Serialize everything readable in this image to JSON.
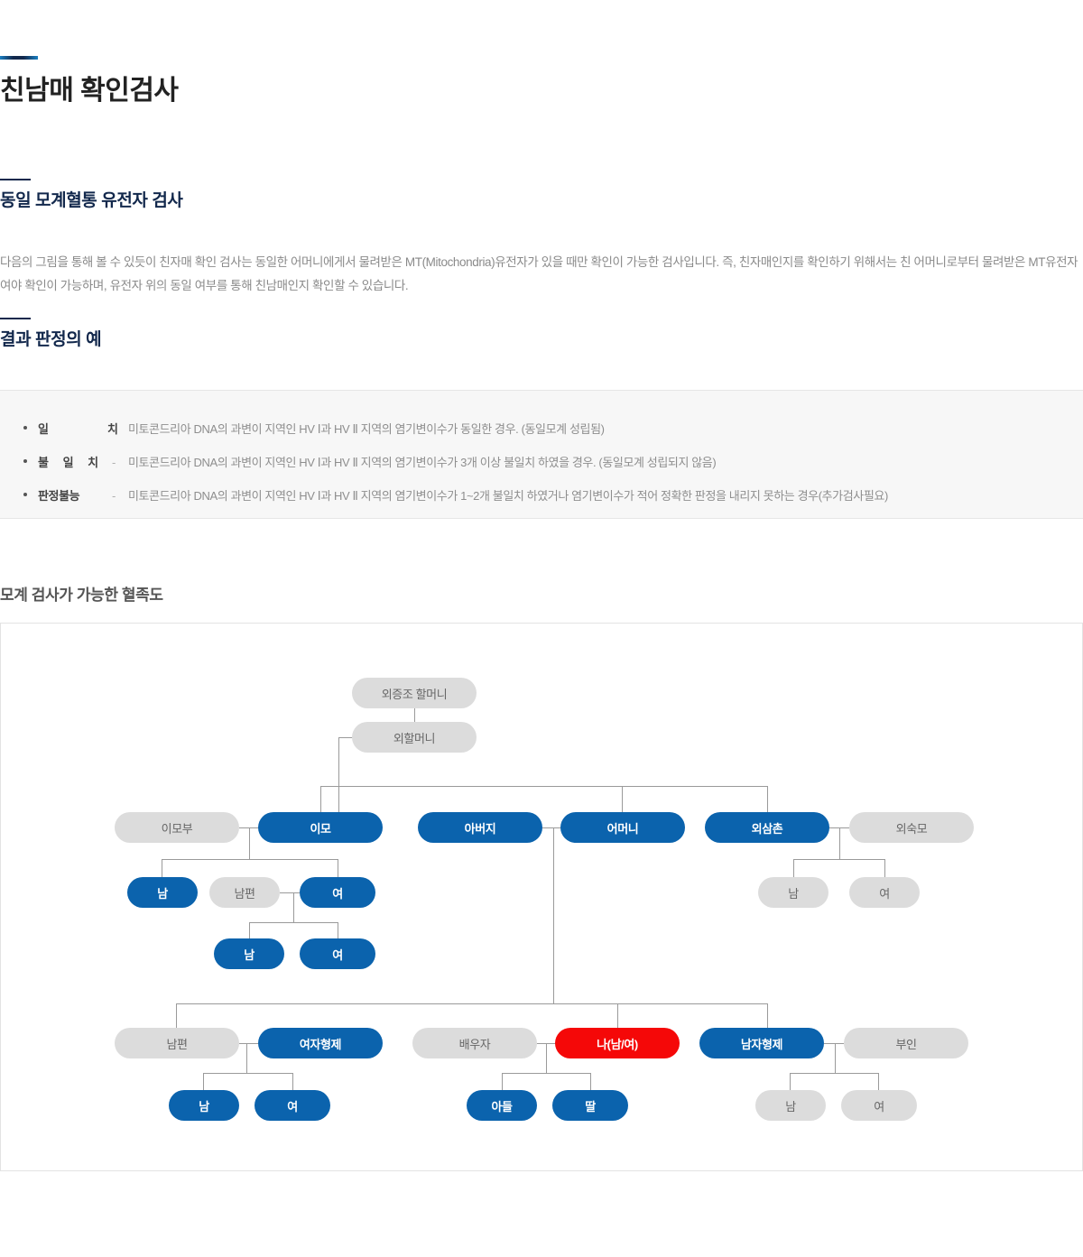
{
  "page": {
    "title": "친남매 확인검사"
  },
  "sections": [
    {
      "id": "gene",
      "title": "동일 모계혈통 유전자 검사",
      "paragraph": "다음의 그림을 통해 볼 수 있듯이 친자매 확인 검사는 동일한 어머니에게서 물려받은 MT(Mitochondria)유전자가 있을 때만 확인이 가능한 검사입니다. 즉, 친자매인지를 확인하기 위해서는 친 어머니로부터 물려받은 MT유전자여야 확인이 가능하며, 유전자 위의 동일 여부를 통해 친남매인지 확인할 수 있습니다."
    },
    {
      "id": "result",
      "title": "결과 판정의 예"
    }
  ],
  "result_list": [
    {
      "term": "일　　치",
      "dash": "-",
      "desc": "미토콘드리아 DNA의 과변이 지역인 HV Ⅰ과 HV Ⅱ 지역의 염기변이수가 동일한 경우. (동일모계 성립됨)"
    },
    {
      "term": "불 일 치",
      "dash": "-",
      "desc": "미토콘드리아 DNA의 과변이 지역인 HV Ⅰ과 HV Ⅱ 지역의 염기변이수가 3개 이상 불일치 하였을 경우. (동일모계 성립되지 않음)"
    },
    {
      "term": "판정불능",
      "dash": "-",
      "desc": "미토콘드리아 DNA의 과변이 지역인 HV Ⅰ과 HV Ⅱ 지역의 염기변이수가 1~2개 불일치 하였거나 염기변이수가 적어 정확한 판정을 내리지 못하는 경우(추가검사필요)"
    }
  ],
  "tree": {
    "title": "모계 검사가 가능한 혈족도",
    "colors": {
      "blue": "#0b63ad",
      "grey": "#dcdcdc",
      "red": "#f50808",
      "line": "#9a9a9a"
    },
    "nodes": [
      {
        "id": "great-grandmother",
        "label": "외증조 할머니",
        "style": "grey"
      },
      {
        "id": "grandmother",
        "label": "외할머니",
        "style": "grey"
      },
      {
        "id": "aunt-husband",
        "label": "이모부",
        "style": "grey"
      },
      {
        "id": "aunt",
        "label": "이모",
        "style": "blue"
      },
      {
        "id": "father",
        "label": "아버지",
        "style": "blue"
      },
      {
        "id": "mother",
        "label": "어머니",
        "style": "blue"
      },
      {
        "id": "maternal-uncle",
        "label": "외삼촌",
        "style": "blue"
      },
      {
        "id": "uncle-wife",
        "label": "외숙모",
        "style": "grey"
      },
      {
        "id": "aunt-son",
        "label": "남",
        "style": "blue"
      },
      {
        "id": "aunt-daughter-husband",
        "label": "남편",
        "style": "grey"
      },
      {
        "id": "aunt-daughter",
        "label": "여",
        "style": "blue"
      },
      {
        "id": "aunt-grandson",
        "label": "남",
        "style": "blue"
      },
      {
        "id": "aunt-granddaughter",
        "label": "여",
        "style": "blue"
      },
      {
        "id": "uncle-son",
        "label": "남",
        "style": "grey"
      },
      {
        "id": "uncle-daughter",
        "label": "여",
        "style": "grey"
      },
      {
        "id": "sister-husband",
        "label": "남편",
        "style": "grey"
      },
      {
        "id": "sister",
        "label": "여자형제",
        "style": "blue"
      },
      {
        "id": "spouse",
        "label": "배우자",
        "style": "grey"
      },
      {
        "id": "self",
        "label": "나(남/여)",
        "style": "red"
      },
      {
        "id": "brother",
        "label": "남자형제",
        "style": "blue"
      },
      {
        "id": "brother-wife",
        "label": "부인",
        "style": "grey"
      },
      {
        "id": "sister-son",
        "label": "남",
        "style": "blue"
      },
      {
        "id": "sister-daughter",
        "label": "여",
        "style": "blue"
      },
      {
        "id": "my-son",
        "label": "아들",
        "style": "blue"
      },
      {
        "id": "my-daughter",
        "label": "딸",
        "style": "blue"
      },
      {
        "id": "brother-son",
        "label": "남",
        "style": "grey"
      },
      {
        "id": "brother-daughter",
        "label": "여",
        "style": "grey"
      }
    ]
  }
}
